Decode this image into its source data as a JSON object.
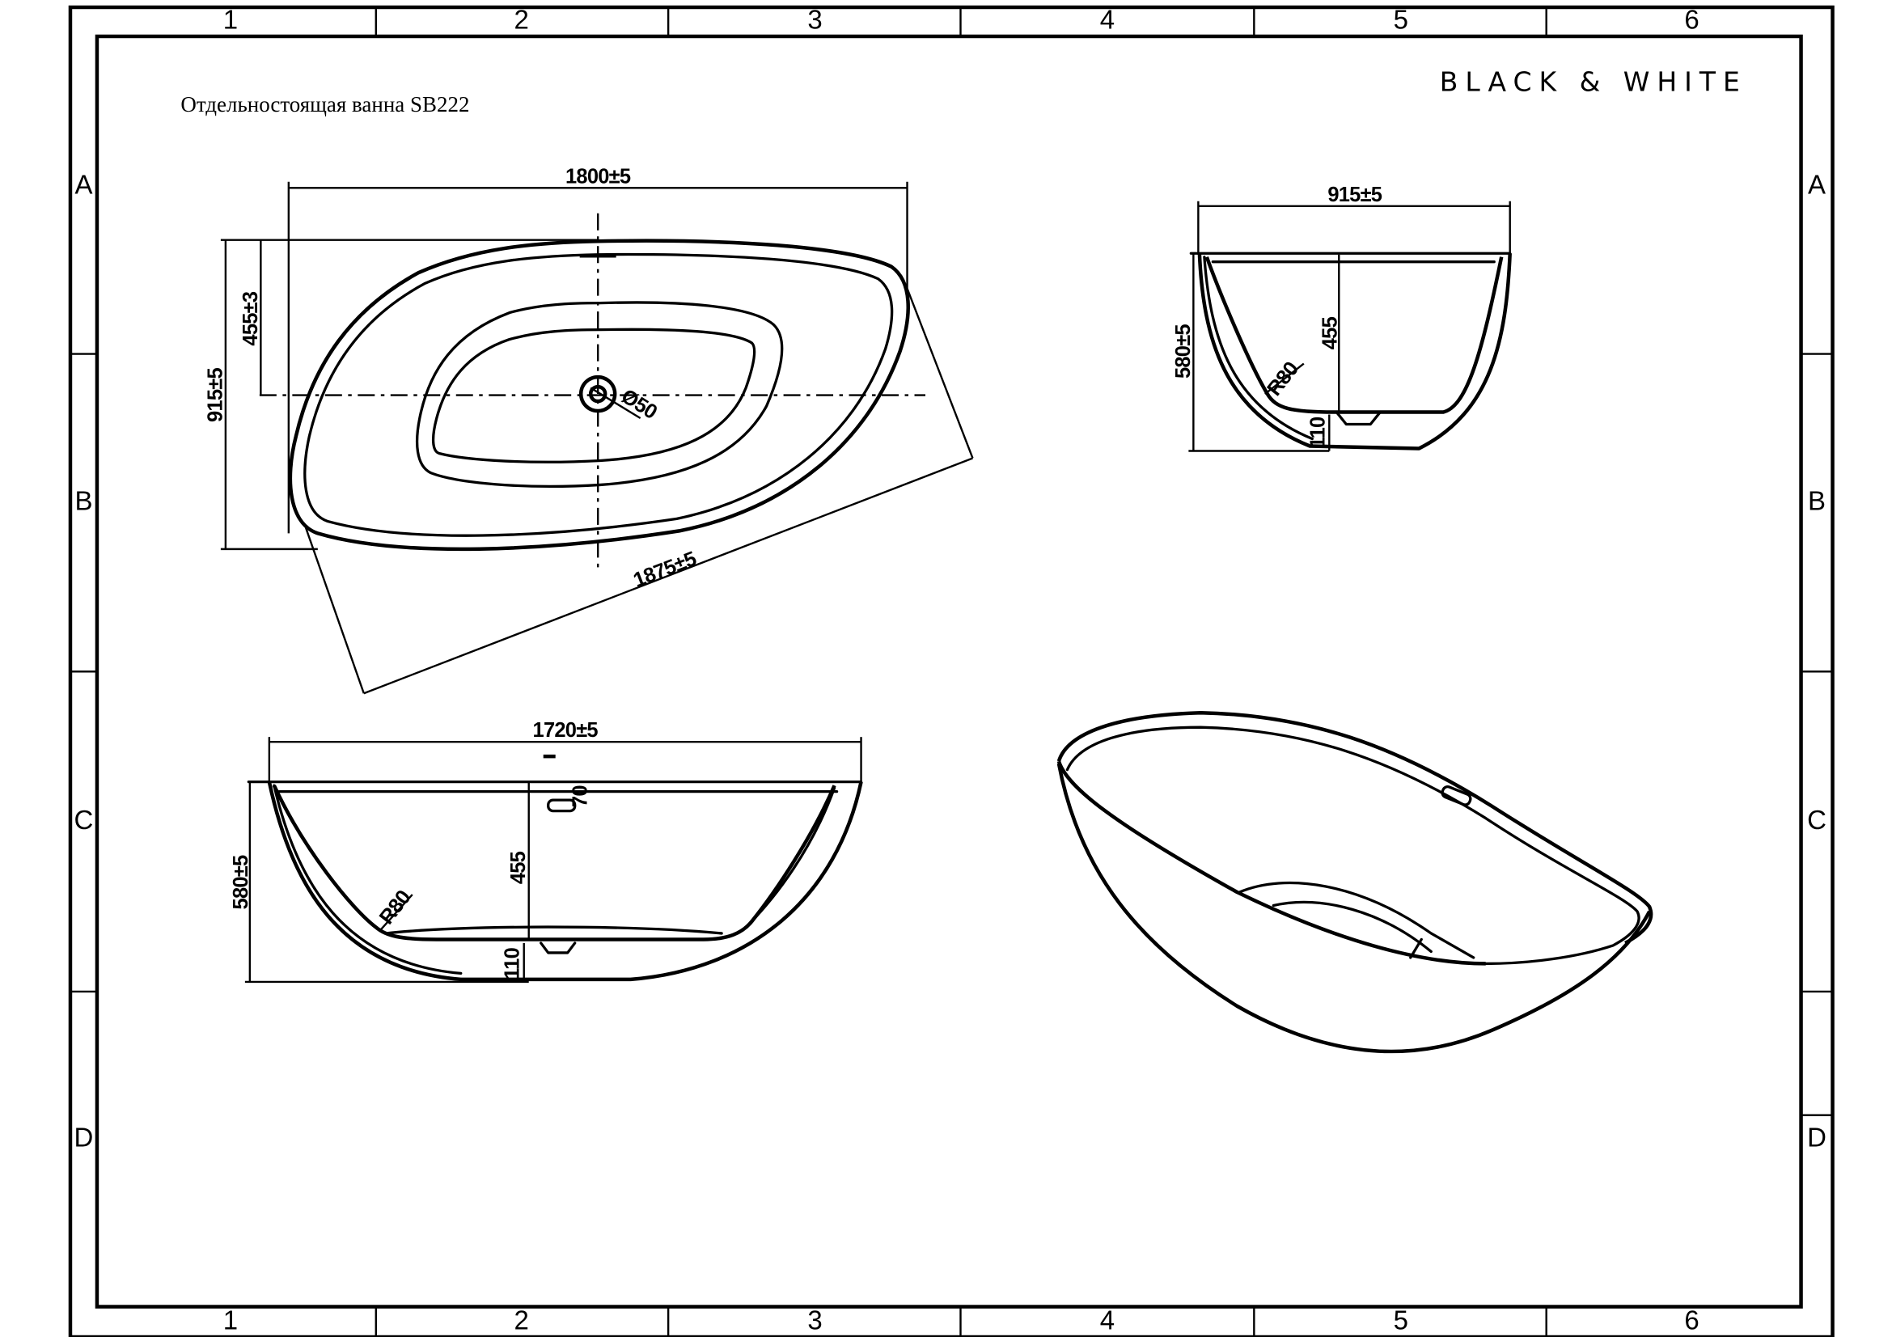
{
  "document": {
    "title": "Отдельностоящая ванна SB222",
    "brand": "BLACK & WHITE",
    "zones": {
      "columns": [
        "1",
        "2",
        "3",
        "4",
        "5",
        "6"
      ],
      "rows": [
        "A",
        "B",
        "C",
        "D"
      ]
    }
  },
  "views": {
    "plan": {
      "label": "plan-view",
      "dims": {
        "length": "1800±5",
        "width": "915±5",
        "drain_offset": "455±3",
        "diagonal": "1875±5",
        "drain_diameter": "Ø50"
      }
    },
    "end": {
      "label": "end-elevation",
      "dims": {
        "width": "915±5",
        "height": "580±5",
        "depth": "455",
        "base": "110",
        "radius": "R80"
      }
    },
    "side": {
      "label": "side-elevation",
      "dims": {
        "length": "1720±5",
        "height": "580±5",
        "depth": "455",
        "base": "110",
        "radius": "R80",
        "overflow": "70"
      }
    },
    "perspective": {
      "label": "isometric-view"
    }
  },
  "colors": {
    "ink": "#000000",
    "paper": "#ffffff"
  }
}
